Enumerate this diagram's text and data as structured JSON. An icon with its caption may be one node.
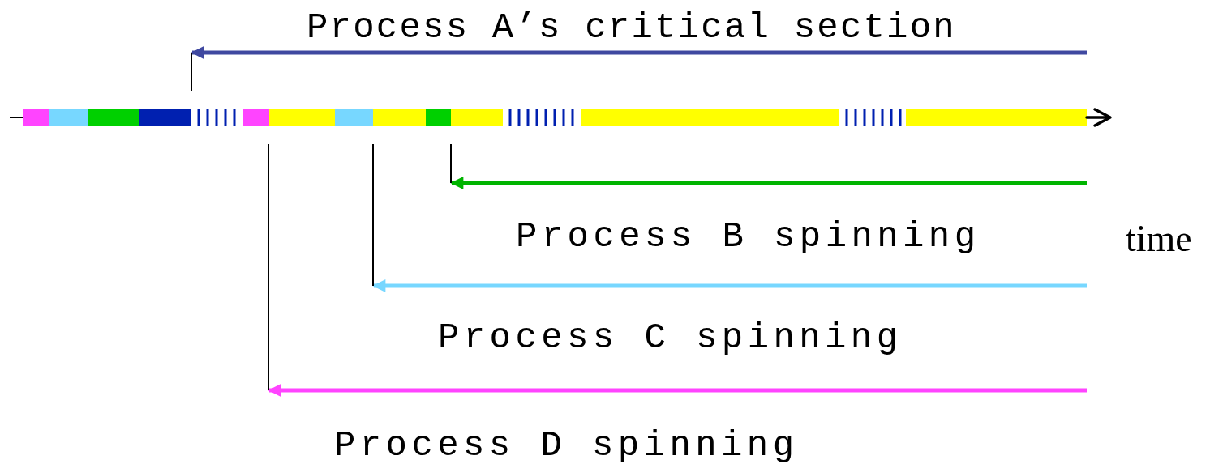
{
  "diagram": {
    "nodes": [
      {
        "text": [],
        "shape": "bar",
        "beside": [
          "time"
        ]
      },
      {
        "text": [],
        "shape": "line"
      },
      {
        "text": [],
        "shape": "line"
      },
      {
        "text": [],
        "shape": "line"
      },
      {
        "text": [],
        "shape": "line"
      }
    ],
    "edges": [
      {
        "from": null,
        "to": 1,
        "arrow": "to",
        "color": "#3f48a0",
        "label": "Process A’s critical section"
      },
      {
        "from": null,
        "to": 4,
        "arrow": "to",
        "color": "#00b400",
        "label": "Process B spinning"
      },
      {
        "from": null,
        "to": 3,
        "arrow": "to",
        "color": "#77d7ff",
        "label": "Process C spinning"
      },
      {
        "from": null,
        "to": 2,
        "arrow": "to",
        "color": "#ff44ff",
        "label": "Process D spinning"
      }
    ]
  }
}
